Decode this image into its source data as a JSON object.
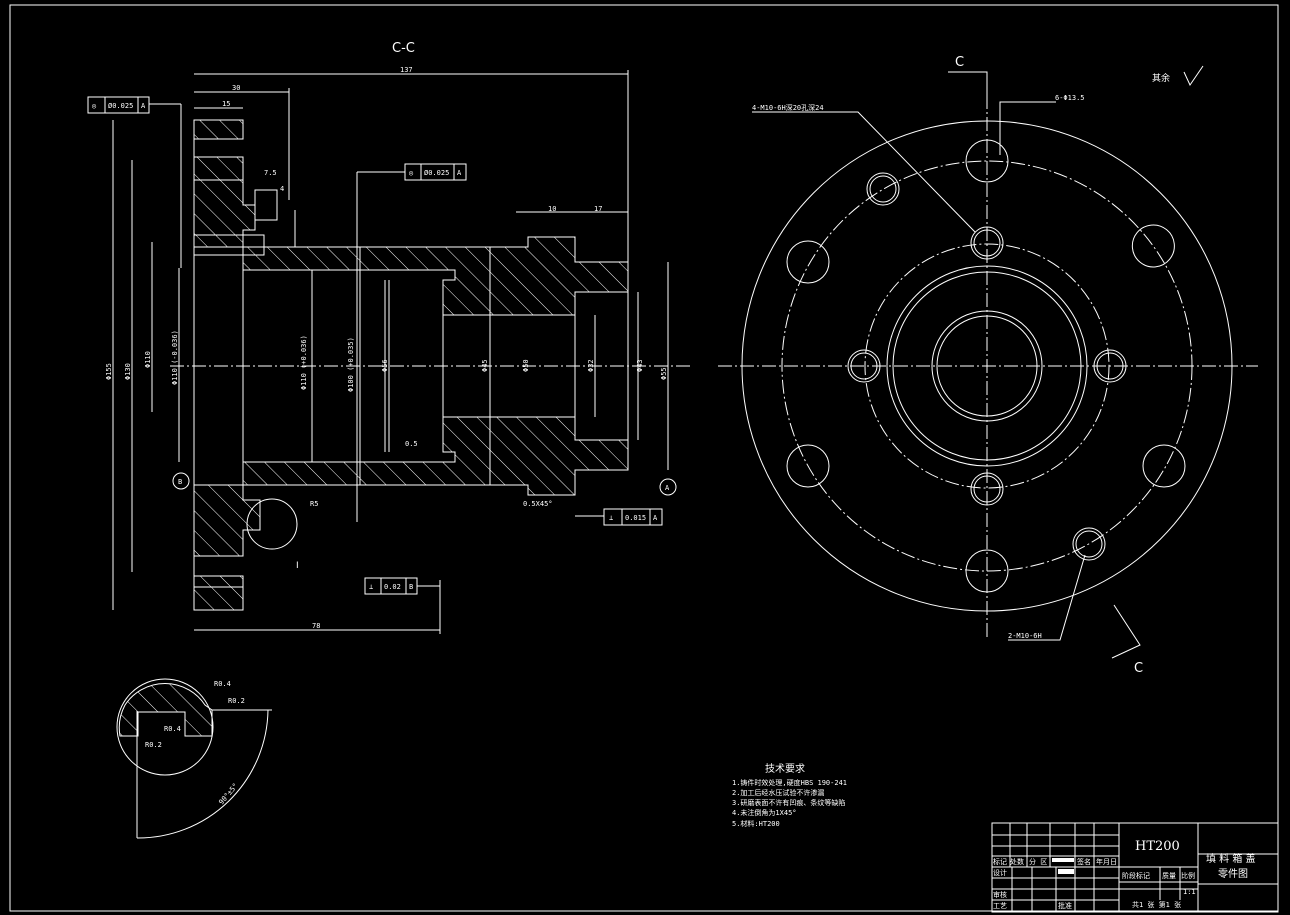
{
  "section_label": "C-C",
  "view_marks": {
    "c_top": "C",
    "c_bottom": "C"
  },
  "surface_note": "其余",
  "dims": {
    "d137": "137",
    "d30": "30",
    "d15": "15",
    "d7_5": "7.5",
    "d4": "4",
    "d10": "10",
    "d17": "17",
    "d78": "78",
    "r5": "R5",
    "d0_5": "0.5",
    "chamfer": "0.5X45°",
    "phi155": "Φ155",
    "phi130": "Φ130",
    "phi110": "Φ110",
    "phi110h": "Φ110 (-0.036)",
    "phi110b": "Φ110 (+0.036)",
    "phi100": "Φ100 (+0.035)",
    "phi56": "Φ56",
    "phi45": "Φ45",
    "phi50": "Φ50",
    "phi32": "Φ32",
    "phi43": "Φ43",
    "phi55": "Φ55"
  },
  "tolerances": [
    {
      "symbol": "◎",
      "value": "Ø0.025",
      "datum": "A"
    },
    {
      "symbol": "◎",
      "value": "Ø0.025",
      "datum": "A"
    },
    {
      "symbol": "⊥",
      "value": "0.015",
      "datum": "A"
    },
    {
      "symbol": "⊥",
      "value": "0.02",
      "datum": "B"
    }
  ],
  "datums": {
    "a": "A",
    "b": "B"
  },
  "detail_label": "I",
  "detail": {
    "r04a": "R0.4",
    "r02a": "R0.2",
    "r04b": "R0.4",
    "r02b": "R0.2",
    "angle": "90°±5°"
  },
  "callouts": {
    "tapped4": "4-M10-6H深20孔深24",
    "holes6": "6-Φ13.5",
    "tapped2": "2-M10-6H"
  },
  "tech_req": {
    "title": "技术要求",
    "items": [
      "1.铸件时效处理,硬度HBS 190-241",
      "2.加工后经水压试验不许渗漏",
      "3.研磨表面不许有凹痕、条纹等缺陷",
      "4.未注倒角为1X45°",
      "5.材料:HT200"
    ]
  },
  "title_block": {
    "material": "HT200",
    "part_name": "填 料 箱 盖",
    "drawing_type": "零件图",
    "labels": {
      "mark": "标记",
      "count": "处数",
      "zone": "分 区",
      "sign": "签名",
      "date": "年月日",
      "design": "设计",
      "review": "审核",
      "process": "工艺",
      "approve": "批准",
      "stage": "阶段标记",
      "weight": "质量",
      "scale": "比例"
    },
    "scale_value": "1:1",
    "sheets": "共1 张 第1 张"
  }
}
